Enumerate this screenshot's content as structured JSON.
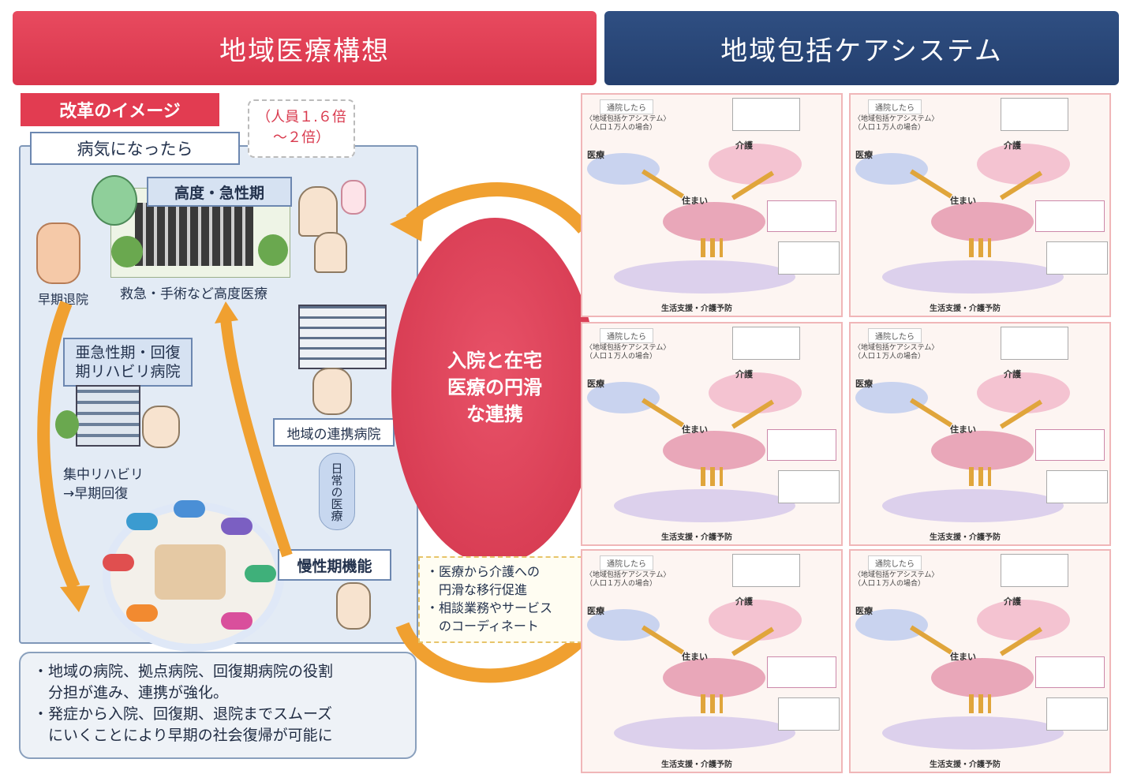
{
  "headers": {
    "left": "地域医療構想",
    "right": "地域包括ケアシステム"
  },
  "left": {
    "reform_tag": "改革のイメージ",
    "sick_label": "病気になったら",
    "staff_bubble_line1": "（人員１.６倍",
    "staff_bubble_line2": "～２倍）",
    "acute_label": "高度・急性期",
    "acute_caption": "救急・手術など高度医療",
    "early_discharge": "早期退院",
    "subacute_label_line1": "亜急性期・回復",
    "subacute_label_line2": "期リハビリ病院",
    "rehab_line1": "集中リハビリ",
    "rehab_line2": "→早期回復",
    "community_hospital": "地域の連携病院",
    "daily_care": "日常の医療",
    "chronic_label": "慢性期機能"
  },
  "center": {
    "oval_line1": "入院と在宅",
    "oval_line2": "医療の円滑",
    "oval_line3": "な連携",
    "note_line1": "・医療から介護への",
    "note_line2": "　円滑な移行促進",
    "note_line3": "・相談業務やサービス",
    "note_line4": "　のコーディネート"
  },
  "summary": {
    "line1": "・地域の病院、拠点病院、回復期病院の役割",
    "line2": "　分担が進み、連携が強化。",
    "line3": "・発症から入院、回復期、退院までスムーズ",
    "line4": "　にいくことにより早期の社会復帰が可能に"
  },
  "tiles": {
    "tab": "通院したら",
    "caption": "〈地域包括ケアシステム〉",
    "caption2": "（人口１万人の場合）",
    "kaigo": "介護",
    "iryo": "医療",
    "sumai": "住まい",
    "footer": "生活支援・介護予防"
  },
  "colors": {
    "red": "#e23c51",
    "navy": "#2a4878",
    "orange_arrow": "#f0a030"
  }
}
